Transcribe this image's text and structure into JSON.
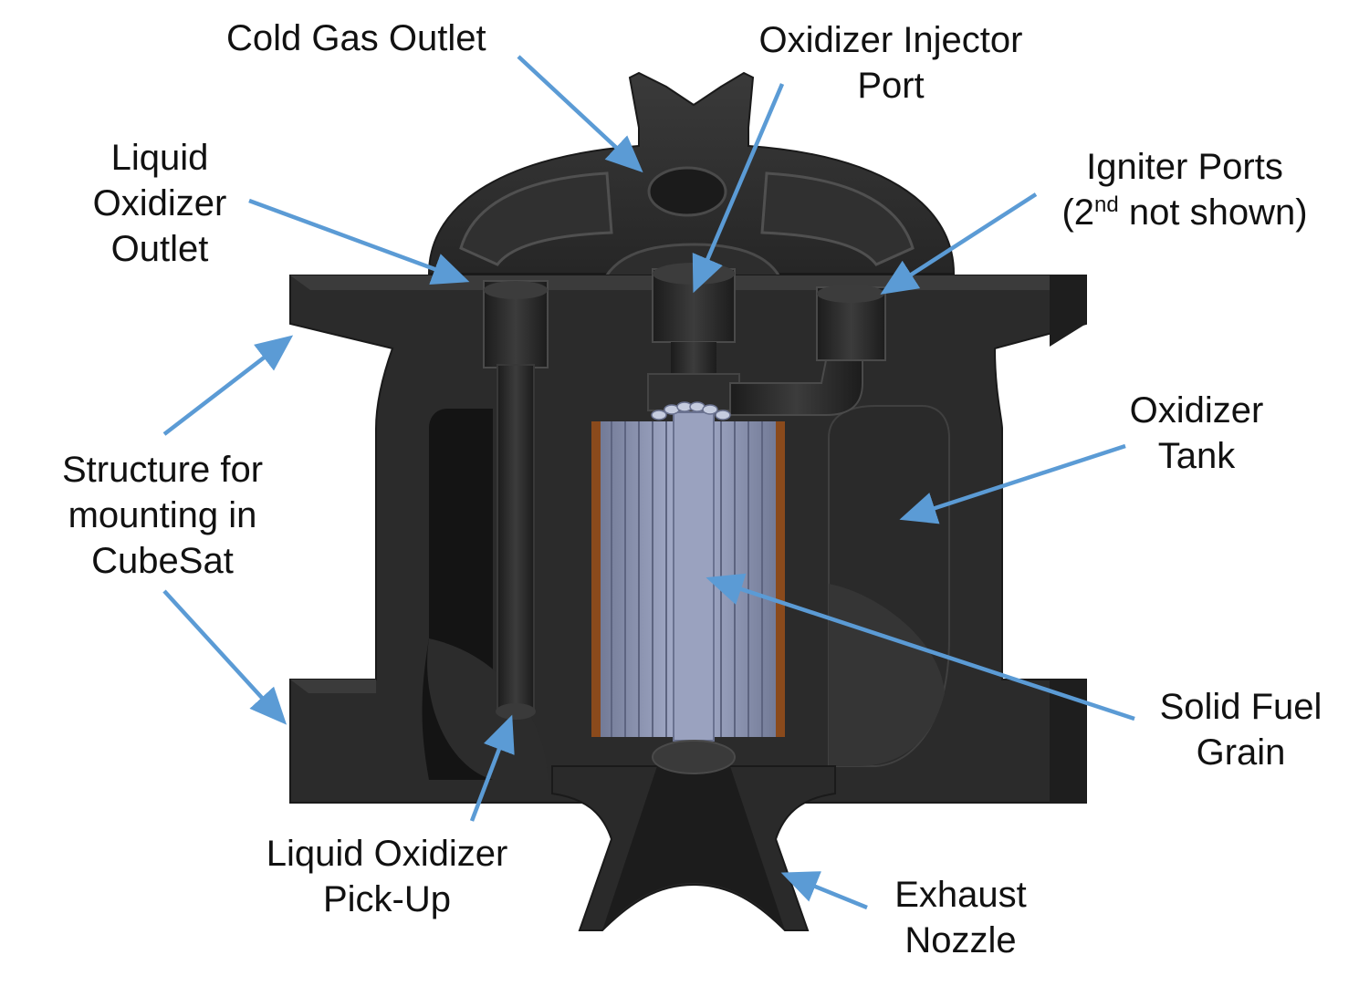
{
  "colors": {
    "arrow": "#5b9bd5",
    "body_dark": "#262626",
    "body_mid": "#333333",
    "body_light": "#474747",
    "grain": "#8f97b3",
    "grain_light": "#b4bcd6",
    "liner": "#8a4a1c"
  },
  "labels": {
    "cold_gas_outlet": "Cold Gas Outlet",
    "injector_line1": "Oxidizer Injector",
    "injector_line2": "Port",
    "liquid_outlet_line1": "Liquid",
    "liquid_outlet_line2": "Oxidizer",
    "liquid_outlet_line3": "Outlet",
    "igniter_line1": "Igniter Ports",
    "igniter_line2_pre": "(2",
    "igniter_line2_sup": "nd",
    "igniter_line2_post": " not shown)",
    "tank_line1": "Oxidizer",
    "tank_line2": "Tank",
    "structure_line1": "Structure for",
    "structure_line2": "mounting in",
    "structure_line3": "CubeSat",
    "fuel_line1": "Solid Fuel",
    "fuel_line2": "Grain",
    "pickup_line1": "Liquid Oxidizer",
    "pickup_line2": "Pick-Up",
    "nozzle_line1": "Exhaust",
    "nozzle_line2": "Nozzle"
  }
}
